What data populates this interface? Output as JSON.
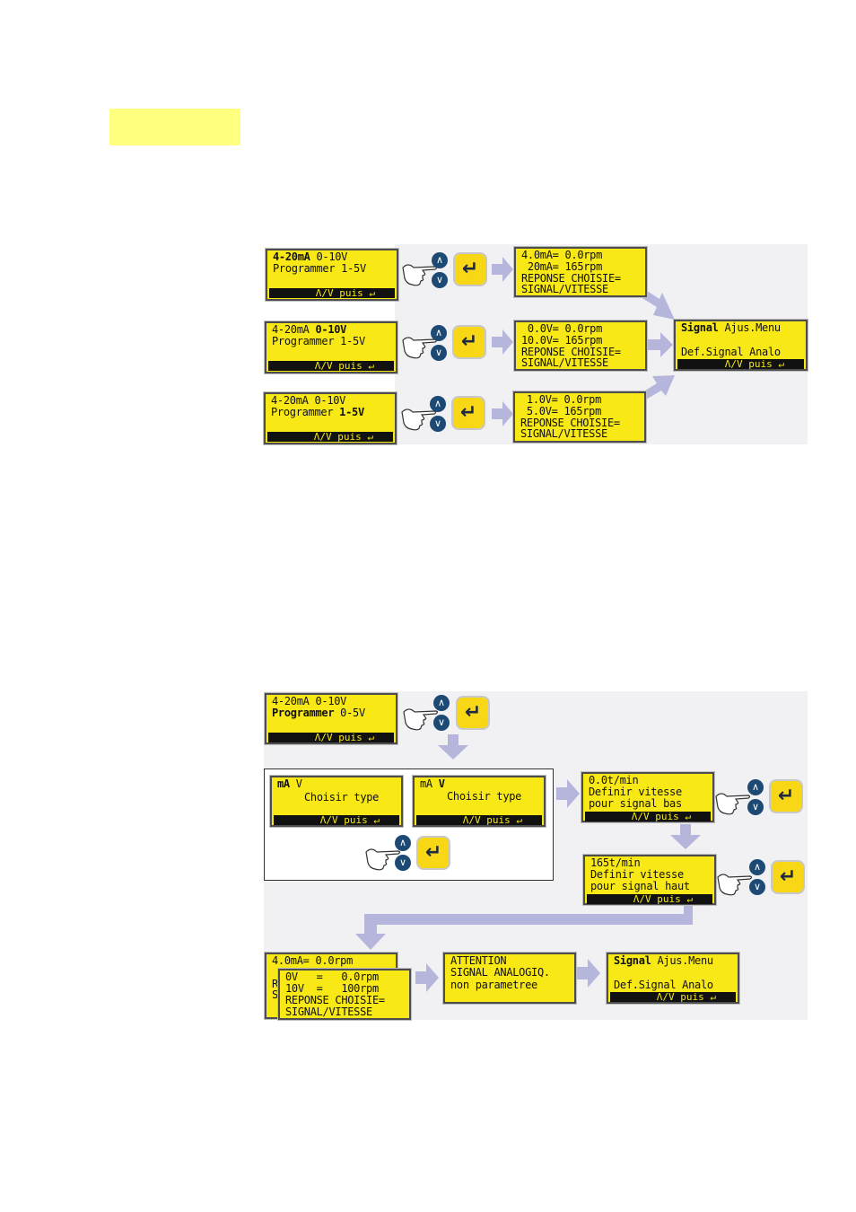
{
  "top_flow": {
    "inputs": [
      {
        "l1_a": "4-20mA",
        "l1_b": " 0-10V",
        "l2": "Programmer 1-5V",
        "bar": "Λ/V puis ↵"
      },
      {
        "l1_a": "4-20mA ",
        "l1_b": "0-10V",
        "l2": "Programmer 1-5V",
        "bar": "Λ/V puis ↵"
      },
      {
        "l1_a": "4-20mA 0-10V",
        "l2_a": "Programmer ",
        "l2_b": "1-5V",
        "bar": "Λ/V puis ↵"
      }
    ],
    "responses": [
      {
        "l1": "4.0mA= 0.0rpm",
        "l2": " 20mA= 165rpm",
        "l3": "REPONSE CHOISIE=",
        "l4": "SIGNAL/VITESSE"
      },
      {
        "l1": " 0.0V= 0.0rpm",
        "l2": "10.0V= 165rpm",
        "l3": "REPONSE CHOISIE=",
        "l4": "SIGNAL/VITESSE"
      },
      {
        "l1": " 1.0V= 0.0rpm",
        "l2": " 5.0V= 165rpm",
        "l3": "REPONSE CHOISIE=",
        "l4": "SIGNAL/VITESSE"
      }
    ],
    "result": {
      "l1_a": "Signal",
      "l1_b": " Ajus.Menu",
      "l2": "Def.Signal Analo",
      "bar": "Λ/V puis ↵"
    }
  },
  "bottom_flow": {
    "start": {
      "l1": "4-20mA 0-10V",
      "l2_a": "Programmer",
      "l2_b": " 0-5V",
      "bar": "Λ/V puis ↵"
    },
    "type_a": {
      "l1_a": "mA",
      "l1_b": " V",
      "l2": "Choisir type",
      "bar": "Λ/V puis ↵"
    },
    "type_b": {
      "l1_a": "mA ",
      "l1_b": "V",
      "l2": "Choisir type",
      "bar": "Λ/V puis ↵"
    },
    "speed_low": {
      "l1": "0.0t/min",
      "l2": "Definir vitesse",
      "l3": "pour signal bas",
      "bar": "Λ/V puis ↵"
    },
    "speed_high": {
      "l1": "165t/min",
      "l2": "Definir vitesse",
      "l3": "pour signal haut",
      "bar": "Λ/V puis ↵"
    },
    "resp_back": {
      "l1": "4.0mA= 0.0rpm",
      "l3": "R",
      "l4": "S"
    },
    "resp_front": {
      "l1": "0V   =   0.0rpm",
      "l2": "10V  =   100rpm",
      "l3": "REPONSE CHOISIE=",
      "l4": "SIGNAL/VITESSE"
    },
    "attention": {
      "l1": "ATTENTION",
      "l2": "SIGNAL ANALOGIQ.",
      "l3": "non parametree"
    },
    "result": {
      "l1_a": "Signal",
      "l1_b": " Ajus.Menu",
      "l2": "Def.Signal Analo",
      "bar": "Λ/V puis ↵"
    }
  },
  "icons": {
    "up": "∧",
    "down": "∨",
    "enter": "↵"
  },
  "colors": {
    "lcd": "#f8e816",
    "arrow": "#b6b6dc",
    "button_blue": "#1d4a75",
    "highlight": "#ffff80"
  }
}
